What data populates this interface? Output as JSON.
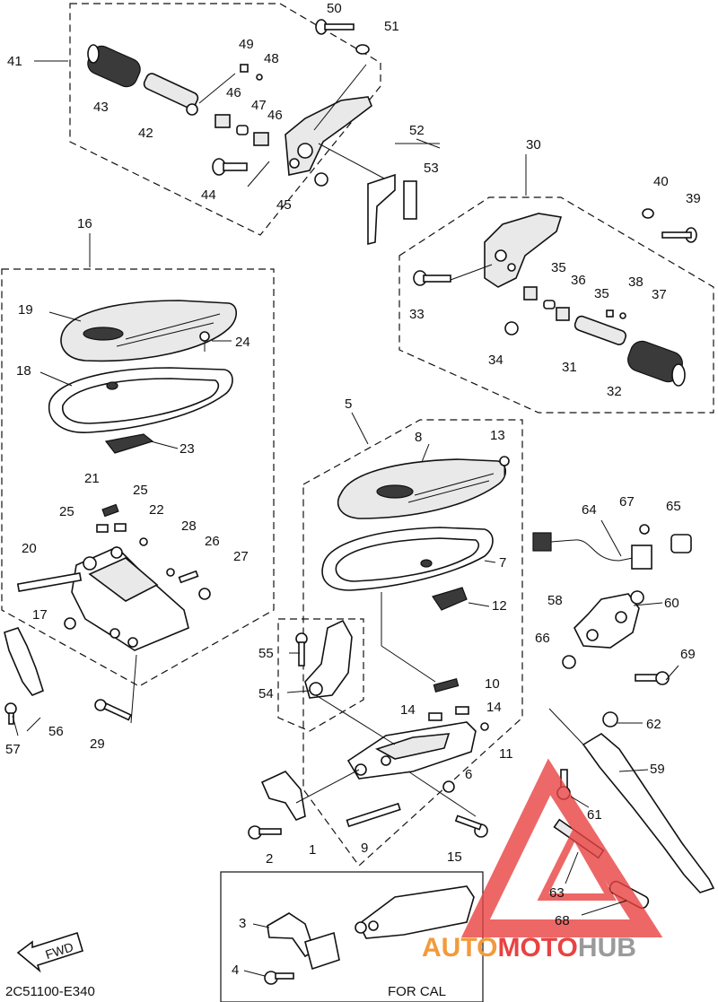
{
  "diagram": {
    "footer_code": "2C51100-E340",
    "fwd_label": "FWD",
    "inset_label": "FOR CAL",
    "watermark": {
      "auto": "AUTO",
      "moto": "MOTO",
      "hub": "HUB",
      "color_auto": "#f39a3a",
      "color_moto": "#e94242",
      "color_hub": "#9a9a9a",
      "triangle_color": "#e94242"
    },
    "callouts": [
      {
        "id": "c1",
        "num": "1"
      },
      {
        "id": "c2",
        "num": "2"
      },
      {
        "id": "c3",
        "num": "3"
      },
      {
        "id": "c4",
        "num": "4"
      },
      {
        "id": "c5",
        "num": "5"
      },
      {
        "id": "c6",
        "num": "6"
      },
      {
        "id": "c7",
        "num": "7"
      },
      {
        "id": "c8",
        "num": "8"
      },
      {
        "id": "c9",
        "num": "9"
      },
      {
        "id": "c10",
        "num": "10"
      },
      {
        "id": "c11",
        "num": "11"
      },
      {
        "id": "c12",
        "num": "12"
      },
      {
        "id": "c13",
        "num": "13"
      },
      {
        "id": "c14a",
        "num": "14"
      },
      {
        "id": "c14b",
        "num": "14"
      },
      {
        "id": "c15",
        "num": "15"
      },
      {
        "id": "c16",
        "num": "16"
      },
      {
        "id": "c17",
        "num": "17"
      },
      {
        "id": "c18",
        "num": "18"
      },
      {
        "id": "c19",
        "num": "19"
      },
      {
        "id": "c20",
        "num": "20"
      },
      {
        "id": "c21",
        "num": "21"
      },
      {
        "id": "c22",
        "num": "22"
      },
      {
        "id": "c23",
        "num": "23"
      },
      {
        "id": "c24",
        "num": "24"
      },
      {
        "id": "c25a",
        "num": "25"
      },
      {
        "id": "c25b",
        "num": "25"
      },
      {
        "id": "c26",
        "num": "26"
      },
      {
        "id": "c27",
        "num": "27"
      },
      {
        "id": "c28",
        "num": "28"
      },
      {
        "id": "c29",
        "num": "29"
      },
      {
        "id": "c30",
        "num": "30"
      },
      {
        "id": "c31",
        "num": "31"
      },
      {
        "id": "c32",
        "num": "32"
      },
      {
        "id": "c33",
        "num": "33"
      },
      {
        "id": "c34",
        "num": "34"
      },
      {
        "id": "c35a",
        "num": "35"
      },
      {
        "id": "c35b",
        "num": "35"
      },
      {
        "id": "c36",
        "num": "36"
      },
      {
        "id": "c37",
        "num": "37"
      },
      {
        "id": "c38",
        "num": "38"
      },
      {
        "id": "c39",
        "num": "39"
      },
      {
        "id": "c40",
        "num": "40"
      },
      {
        "id": "c41",
        "num": "41"
      },
      {
        "id": "c42",
        "num": "42"
      },
      {
        "id": "c43",
        "num": "43"
      },
      {
        "id": "c44",
        "num": "44"
      },
      {
        "id": "c45",
        "num": "45"
      },
      {
        "id": "c46a",
        "num": "46"
      },
      {
        "id": "c46b",
        "num": "46"
      },
      {
        "id": "c47",
        "num": "47"
      },
      {
        "id": "c48",
        "num": "48"
      },
      {
        "id": "c49",
        "num": "49"
      },
      {
        "id": "c50",
        "num": "50"
      },
      {
        "id": "c51",
        "num": "51"
      },
      {
        "id": "c52",
        "num": "52"
      },
      {
        "id": "c53",
        "num": "53"
      },
      {
        "id": "c54",
        "num": "54"
      },
      {
        "id": "c55",
        "num": "55"
      },
      {
        "id": "c56",
        "num": "56"
      },
      {
        "id": "c57",
        "num": "57"
      },
      {
        "id": "c58",
        "num": "58"
      },
      {
        "id": "c59",
        "num": "59"
      },
      {
        "id": "c60",
        "num": "60"
      },
      {
        "id": "c61",
        "num": "61"
      },
      {
        "id": "c62",
        "num": "62"
      },
      {
        "id": "c63",
        "num": "63"
      },
      {
        "id": "c64",
        "num": "64"
      },
      {
        "id": "c65",
        "num": "65"
      },
      {
        "id": "c66",
        "num": "66"
      },
      {
        "id": "c67",
        "num": "67"
      },
      {
        "id": "c68",
        "num": "68"
      },
      {
        "id": "c69",
        "num": "69"
      }
    ]
  }
}
